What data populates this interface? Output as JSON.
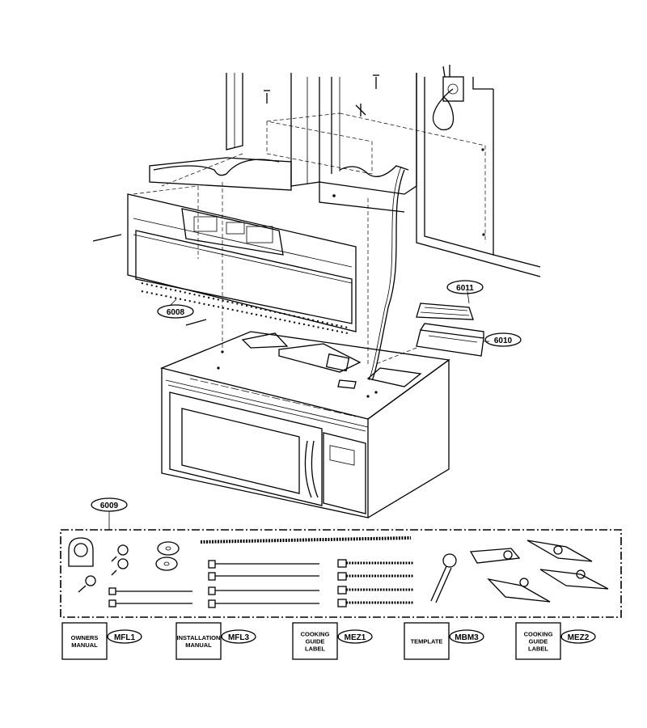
{
  "callouts": {
    "c6008": "6008",
    "c6009": "6009",
    "c6010": "6010",
    "c6011": "6011"
  },
  "doc_items": [
    {
      "label_lines": [
        "OWNERS",
        "MANUAL"
      ],
      "code": "MFL1"
    },
    {
      "label_lines": [
        "INSTALLATION",
        "MANUAL"
      ],
      "code": "MFL3"
    },
    {
      "label_lines": [
        "COOKING",
        "GUIDE",
        "LABEL"
      ],
      "code": "MEZ1"
    },
    {
      "label_lines": [
        "TEMPLATE"
      ],
      "code": "MBM3"
    },
    {
      "label_lines": [
        "COOKING",
        "GUIDE",
        "LABEL"
      ],
      "code": "MEZ2"
    }
  ]
}
